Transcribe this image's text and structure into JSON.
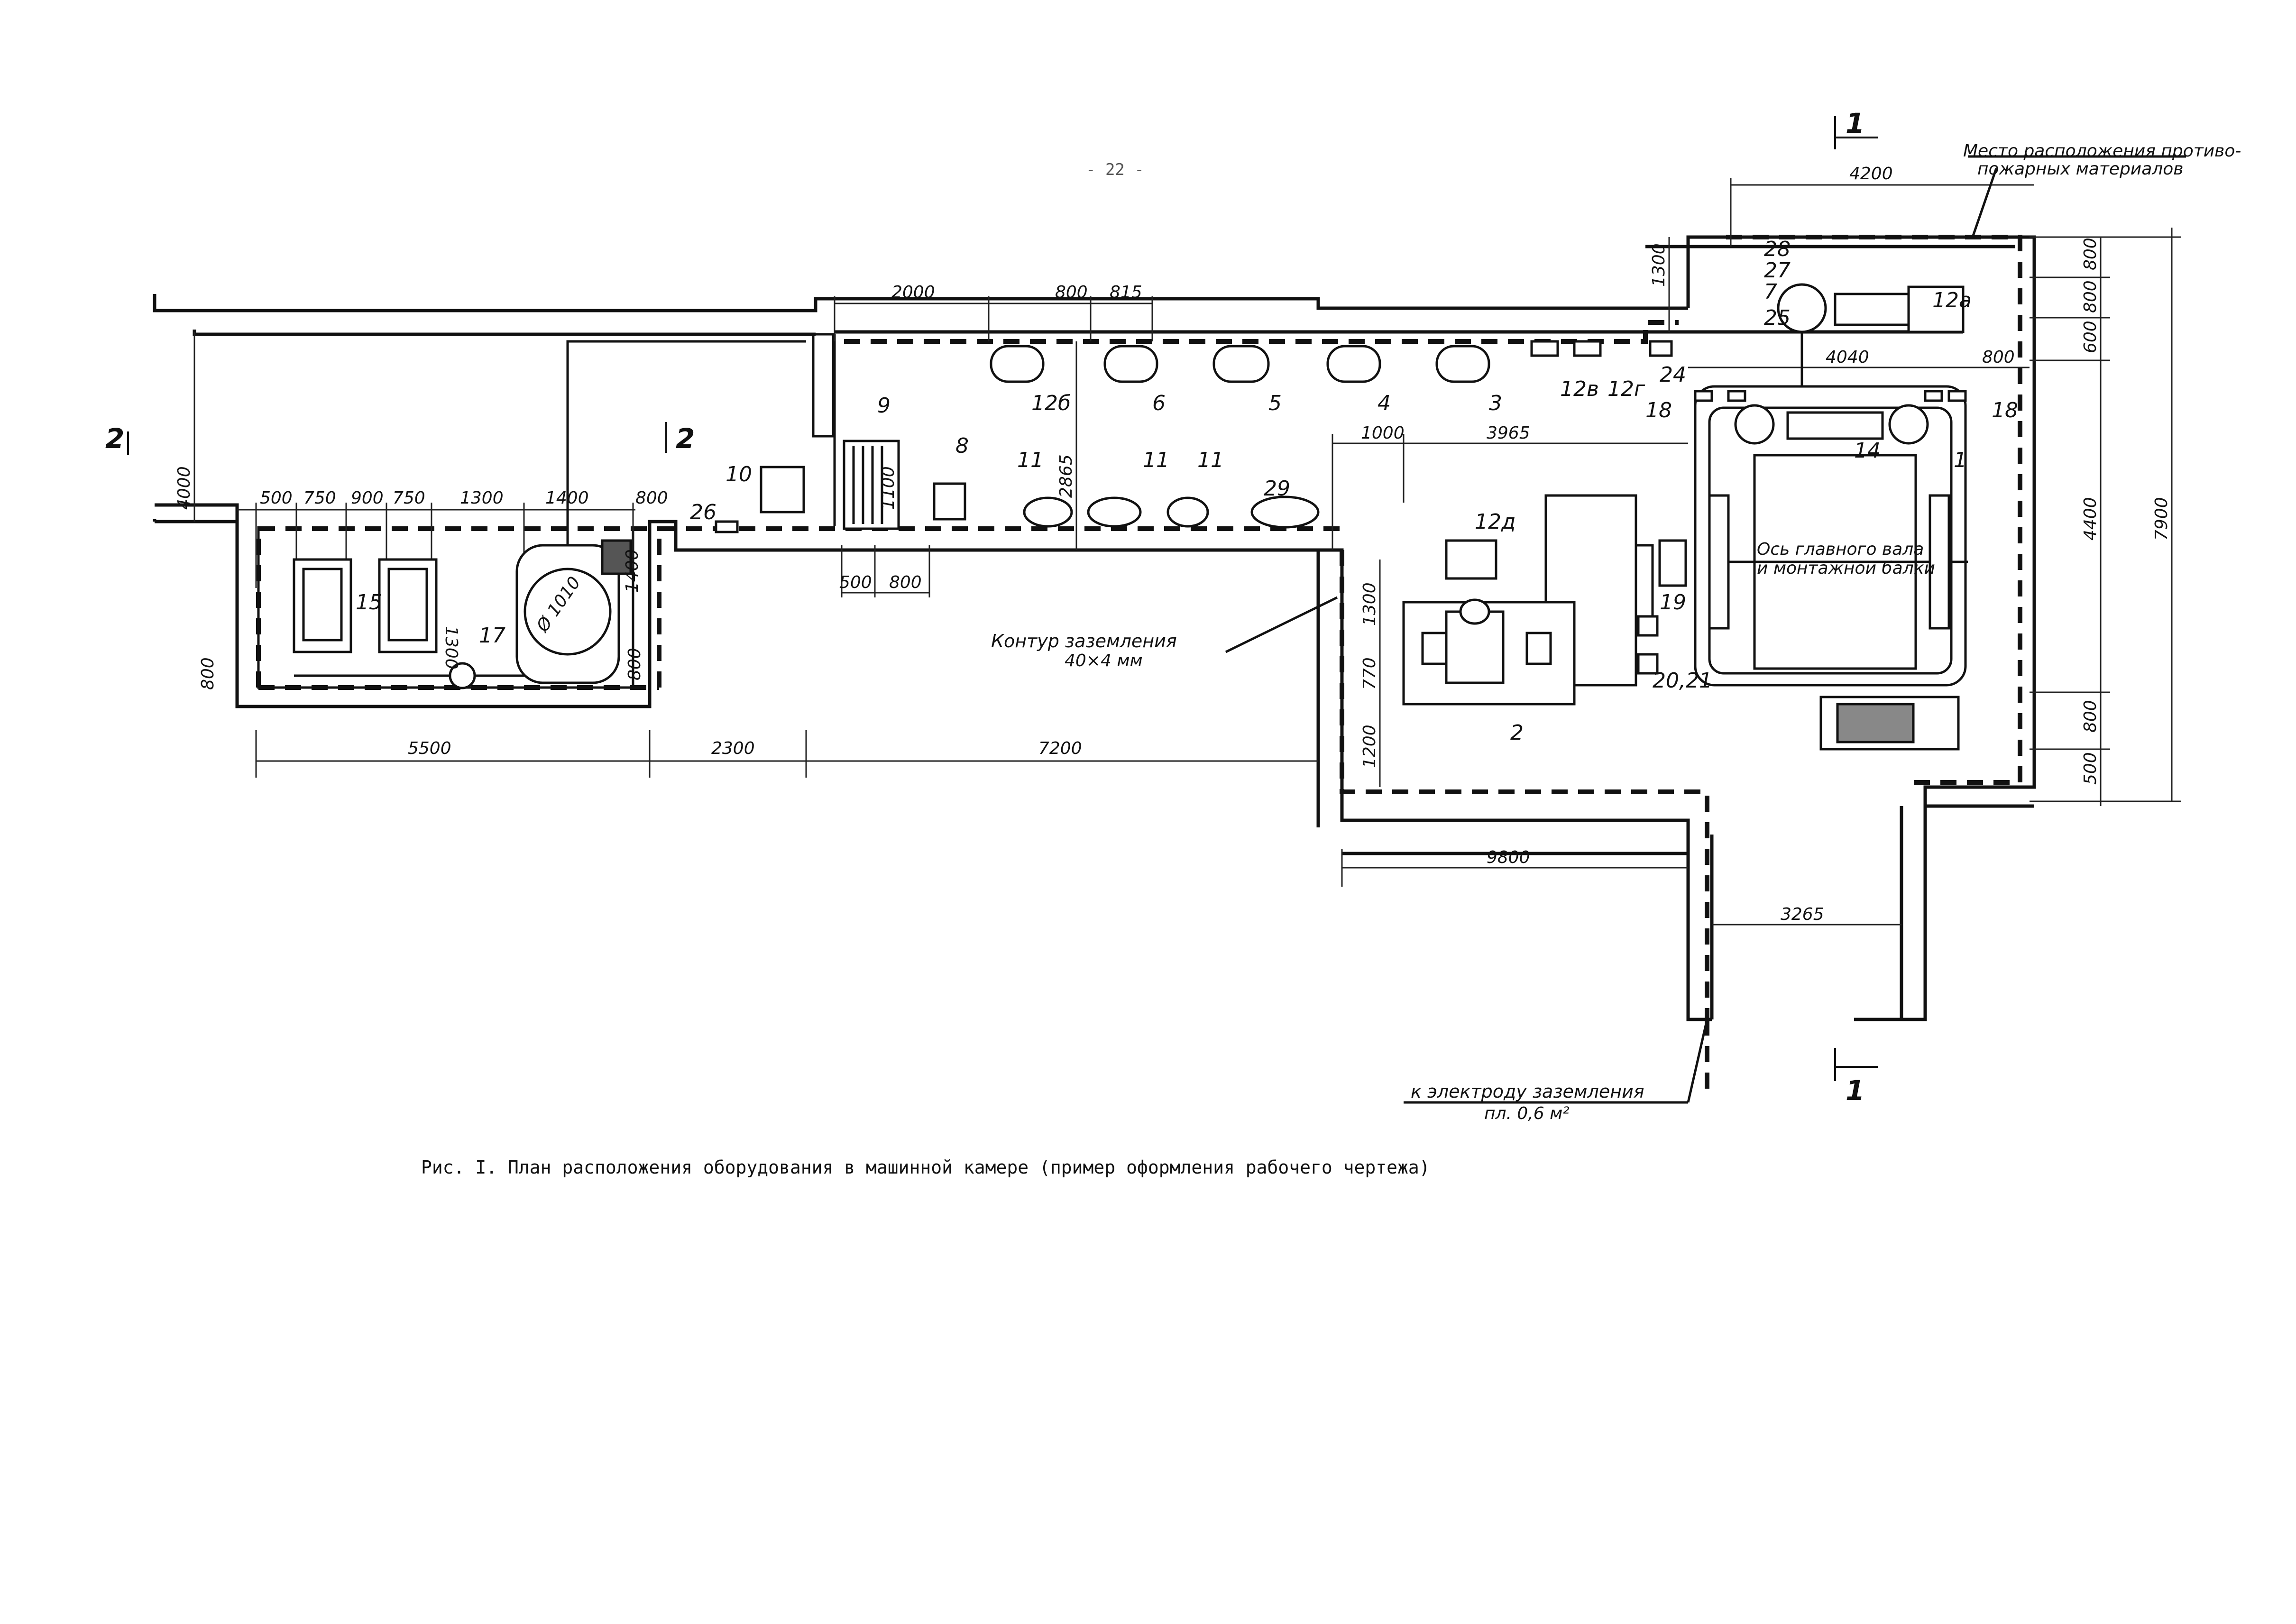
{
  "page_number": "- 22 -",
  "caption": "Рис. I. План расположения оборудования в машинной камере (пример оформления рабочего чертежа)",
  "labels": {
    "ground_loop": "Контур заземления",
    "ground_loop_size": "40×4 мм",
    "to_electrode": "к электроду заземления",
    "electrode_area": "пл. 0,6 м²",
    "fire_materials_1": "Место расположения противо-",
    "fire_materials_2": "пожарных материалов",
    "shaft_axis_1": "Ось главного вала",
    "shaft_axis_2": "и монтажной балки",
    "diameter": "Ø 1010"
  },
  "sections": {
    "s1_top": "1",
    "s1_bottom": "1",
    "s2": "2",
    "s12": "2"
  },
  "dimensions": {
    "d_500a": "500",
    "d_750a": "750",
    "d_900": "900",
    "d_750b": "750",
    "d_1300a": "1300",
    "d_1400a": "1400",
    "d_800a": "800",
    "d_1300b": "1300",
    "d_1400b": "1400",
    "d_800b": "800",
    "d_800c": "800",
    "d_5500": "5500",
    "d_2300": "2300",
    "d_4000": "4000",
    "d_2000": "2000",
    "d_800d": "800",
    "d_815": "815",
    "d_2865": "2865",
    "d_1100": "1100",
    "d_500b": "500",
    "d_800e": "800",
    "d_7200": "7200",
    "d_1000": "1000",
    "d_3965": "3965",
    "d_1300c": "1300",
    "d_770": "770",
    "d_1200": "1200",
    "d_9800": "9800",
    "d_3265": "3265",
    "d_4200": "4200",
    "d_1300d": "1300",
    "d_4040": "4040",
    "d_800f": "800",
    "d_800g": "800",
    "d_800h": "800",
    "d_600": "600",
    "d_4400": "4400",
    "d_7900": "7900",
    "d_800i": "800",
    "d_500c": "500"
  },
  "items": {
    "i1": "1",
    "i2": "2",
    "i3": "3",
    "i4": "4",
    "i5": "5",
    "i6": "6",
    "i7": "7",
    "i8": "8",
    "i9": "9",
    "i10": "10",
    "i11a": "11",
    "i11b": "11",
    "i11c": "11",
    "i12a": "12а",
    "i12b": "12б",
    "i12v": "12в",
    "i12g": "12г",
    "i12d": "12д",
    "i14": "14",
    "i15": "15",
    "i17": "17",
    "i18a": "18",
    "i18b": "18",
    "i19": "19",
    "i2021": "20,21",
    "i24": "24",
    "i25": "25",
    "i26": "26",
    "i27": "27",
    "i28": "28",
    "i29": "29"
  }
}
